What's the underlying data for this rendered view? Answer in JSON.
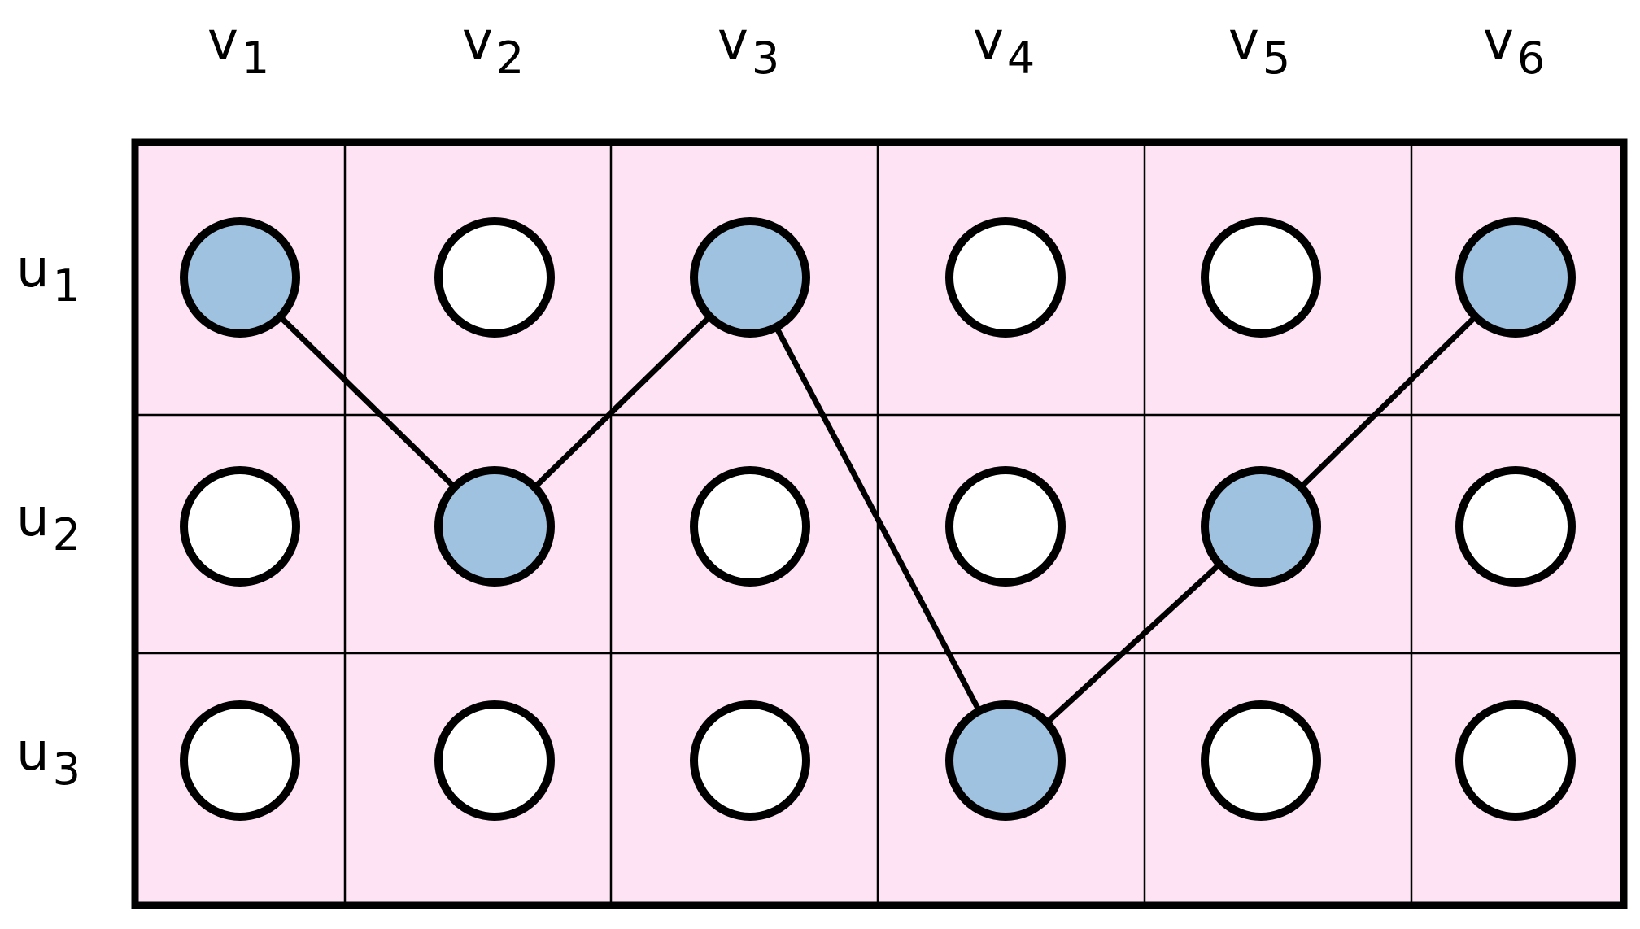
{
  "colors": {
    "background": "#ffffff",
    "grid_fill": "#fde3f4",
    "filled_node": "#a0c2e1",
    "empty_node": "#ffffff",
    "stroke": "#000000"
  },
  "columns": [
    {
      "letter": "v",
      "index": "1"
    },
    {
      "letter": "v",
      "index": "2"
    },
    {
      "letter": "v",
      "index": "3"
    },
    {
      "letter": "v",
      "index": "4"
    },
    {
      "letter": "v",
      "index": "5"
    },
    {
      "letter": "v",
      "index": "6"
    }
  ],
  "rows": [
    {
      "letter": "u",
      "index": "1"
    },
    {
      "letter": "u",
      "index": "2"
    },
    {
      "letter": "u",
      "index": "3"
    }
  ],
  "selected_nodes": [
    {
      "row": 1,
      "col": 1
    },
    {
      "row": 2,
      "col": 2
    },
    {
      "row": 1,
      "col": 3
    },
    {
      "row": 3,
      "col": 4
    },
    {
      "row": 2,
      "col": 5
    },
    {
      "row": 1,
      "col": 6
    }
  ],
  "path": [
    {
      "row": 1,
      "col": 1
    },
    {
      "row": 2,
      "col": 2
    },
    {
      "row": 1,
      "col": 3
    },
    {
      "row": 3,
      "col": 4
    },
    {
      "row": 2,
      "col": 5
    },
    {
      "row": 1,
      "col": 6
    }
  ]
}
